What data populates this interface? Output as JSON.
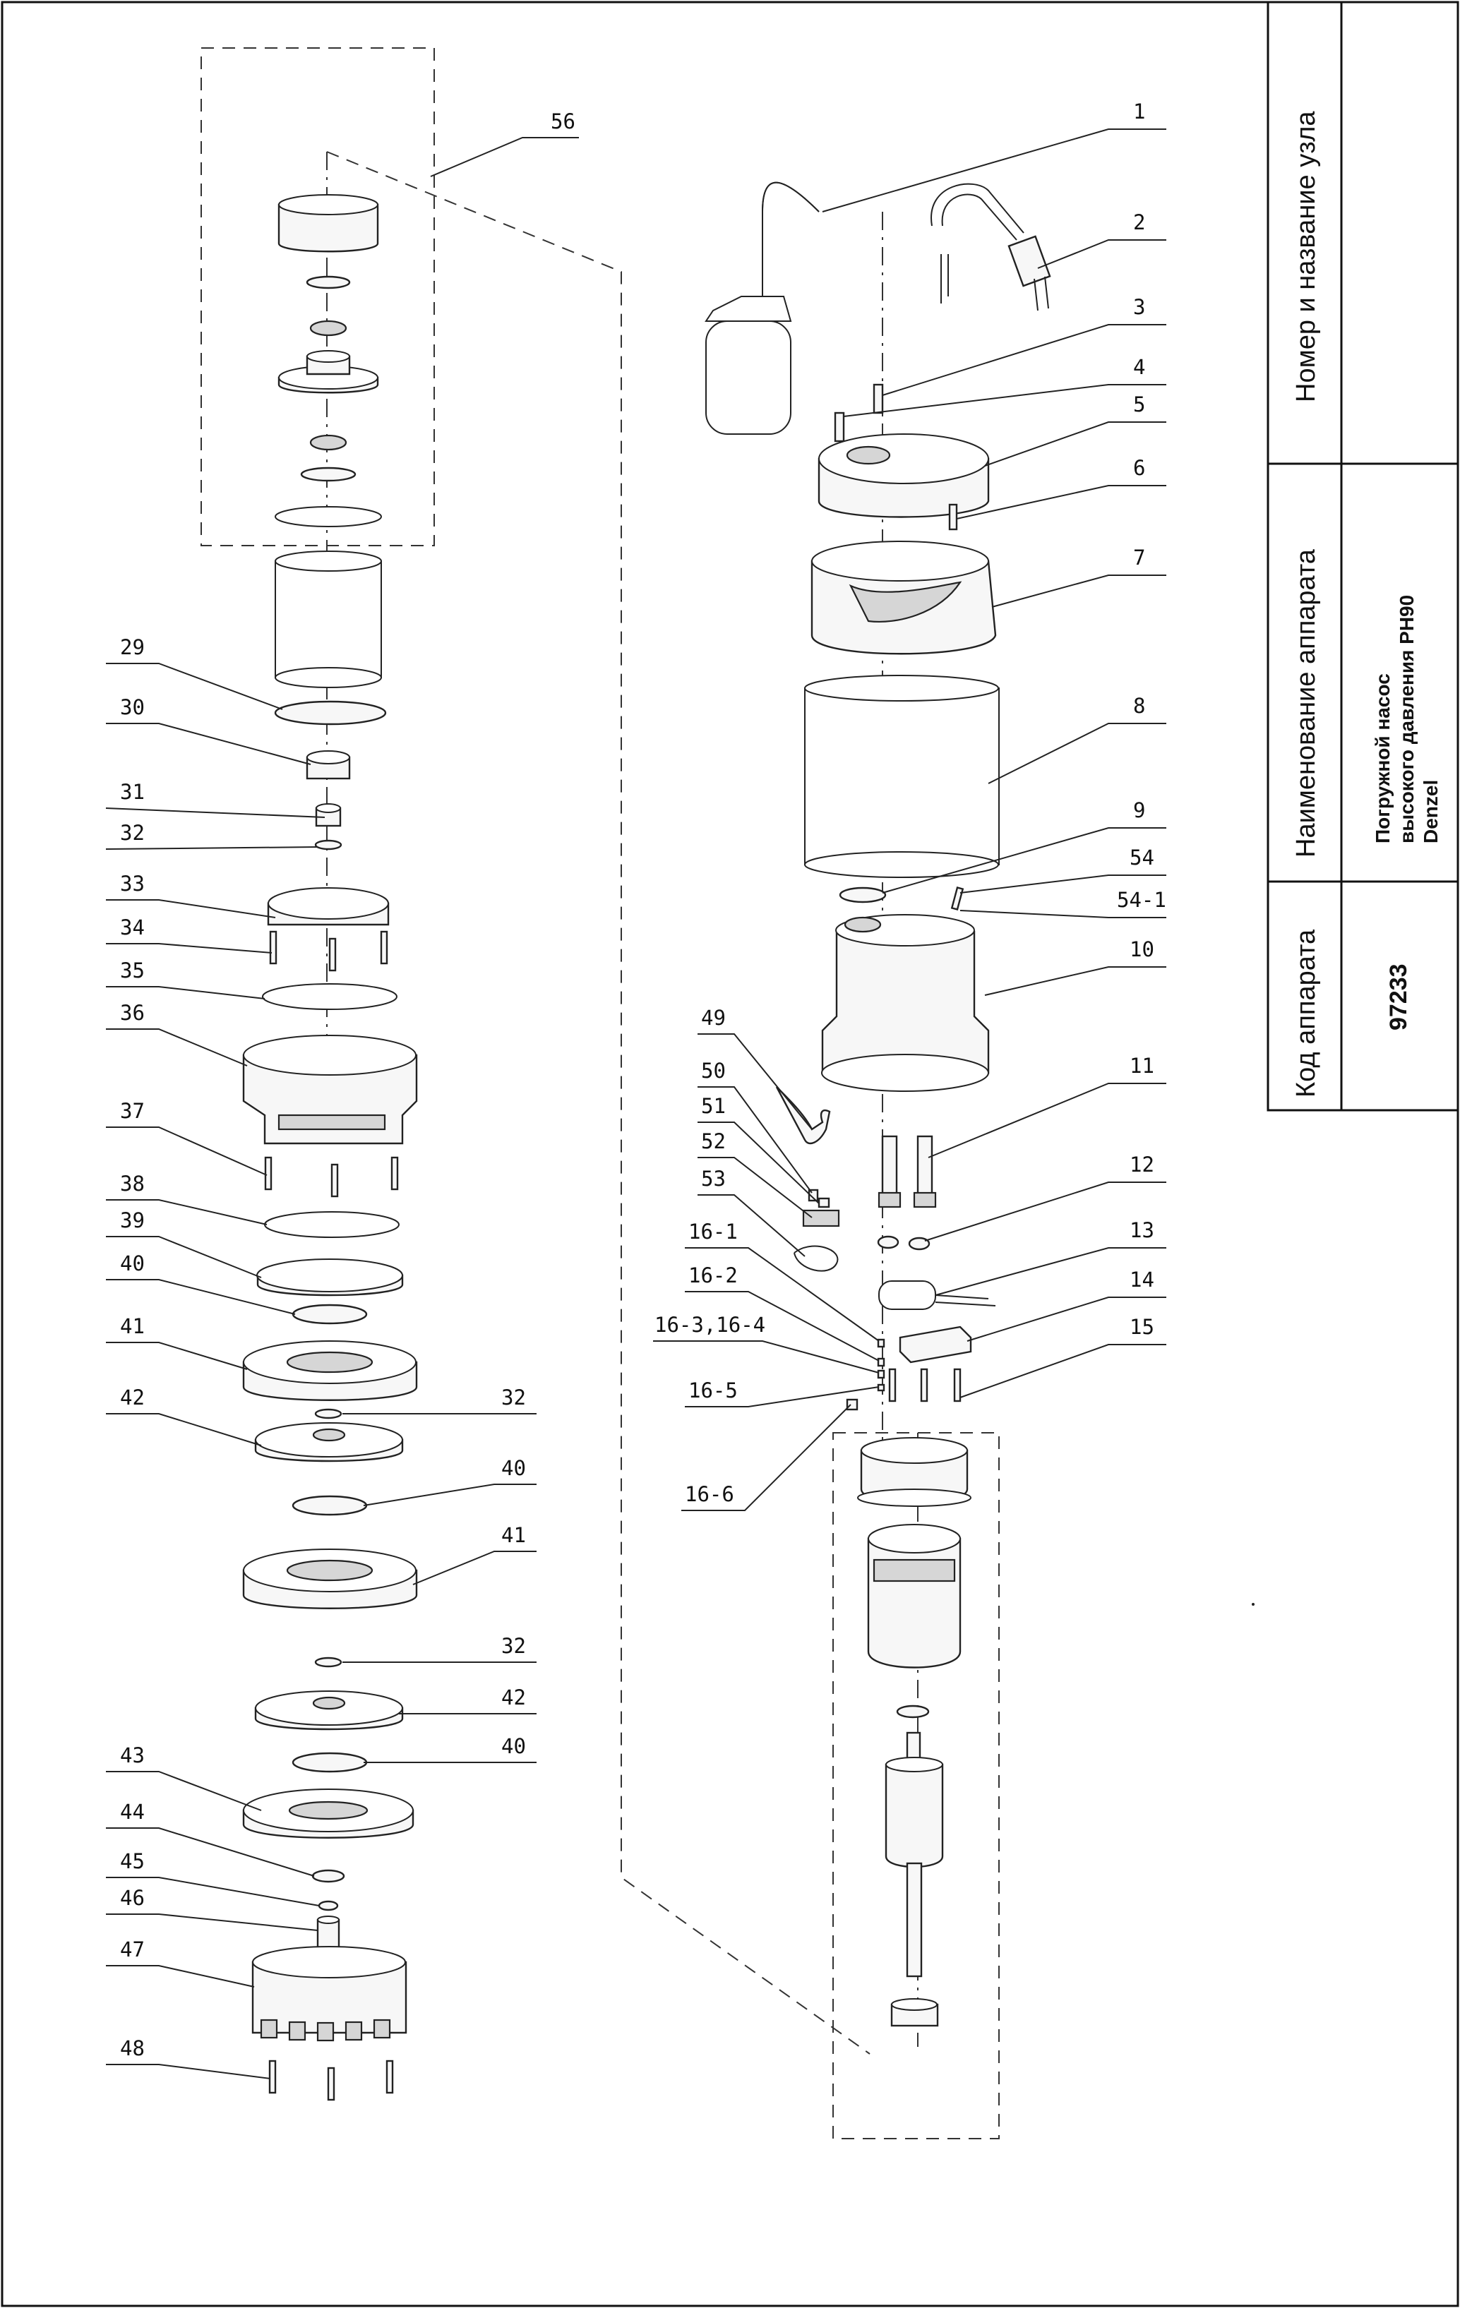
{
  "title_block": {
    "col1_header": "Номер и название узла",
    "col2_header": "Наименование аппарата",
    "col3_header": "Код аппарата",
    "apparatus_name_line1": "Погружной насос",
    "apparatus_name_line2": "высокого давления PH90",
    "apparatus_name_line3": "Denzel",
    "apparatus_code": "97233"
  },
  "callouts": {
    "c1": "1",
    "c2": "2",
    "c3": "3",
    "c4": "4",
    "c5": "5",
    "c6": "6",
    "c7": "7",
    "c8": "8",
    "c9": "9",
    "c54": "54",
    "c54_1": "54-1",
    "c10": "10",
    "c11": "11",
    "c12": "12",
    "c13": "13",
    "c14": "14",
    "c15": "15",
    "c49": "49",
    "c50": "50",
    "c51": "51",
    "c52": "52",
    "c53": "53",
    "c16_1": "16-1",
    "c16_2": "16-2",
    "c16_34": "16-3,16-4",
    "c16_5": "16-5",
    "c16_6": "16-6",
    "c56": "56",
    "c29": "29",
    "c30": "30",
    "c31": "31",
    "c32a": "32",
    "c33": "33",
    "c34": "34",
    "c35": "35",
    "c36": "36",
    "c37": "37",
    "c38": "38",
    "c39": "39",
    "c40a": "40",
    "c41a": "41",
    "c32b": "32",
    "c42a": "42",
    "c40b": "40",
    "c41b": "41",
    "c32c": "32",
    "c42b": "42",
    "c40c": "40",
    "c43": "43",
    "c44": "44",
    "c45": "45",
    "c46": "46",
    "c47": "47",
    "c48": "48"
  }
}
